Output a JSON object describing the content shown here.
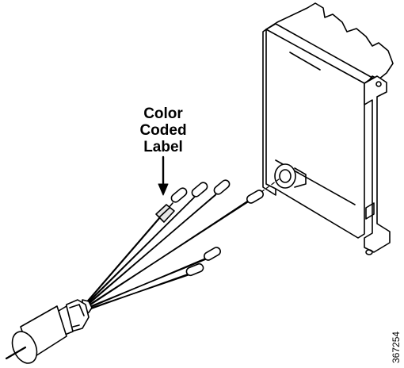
{
  "callout": {
    "line1": "Color",
    "line2": "Coded",
    "line3": "Label"
  },
  "figure_id": "367254",
  "colors": {
    "ink": "#000000",
    "paper": "#ffffff",
    "shade": "#e6e6e6"
  }
}
